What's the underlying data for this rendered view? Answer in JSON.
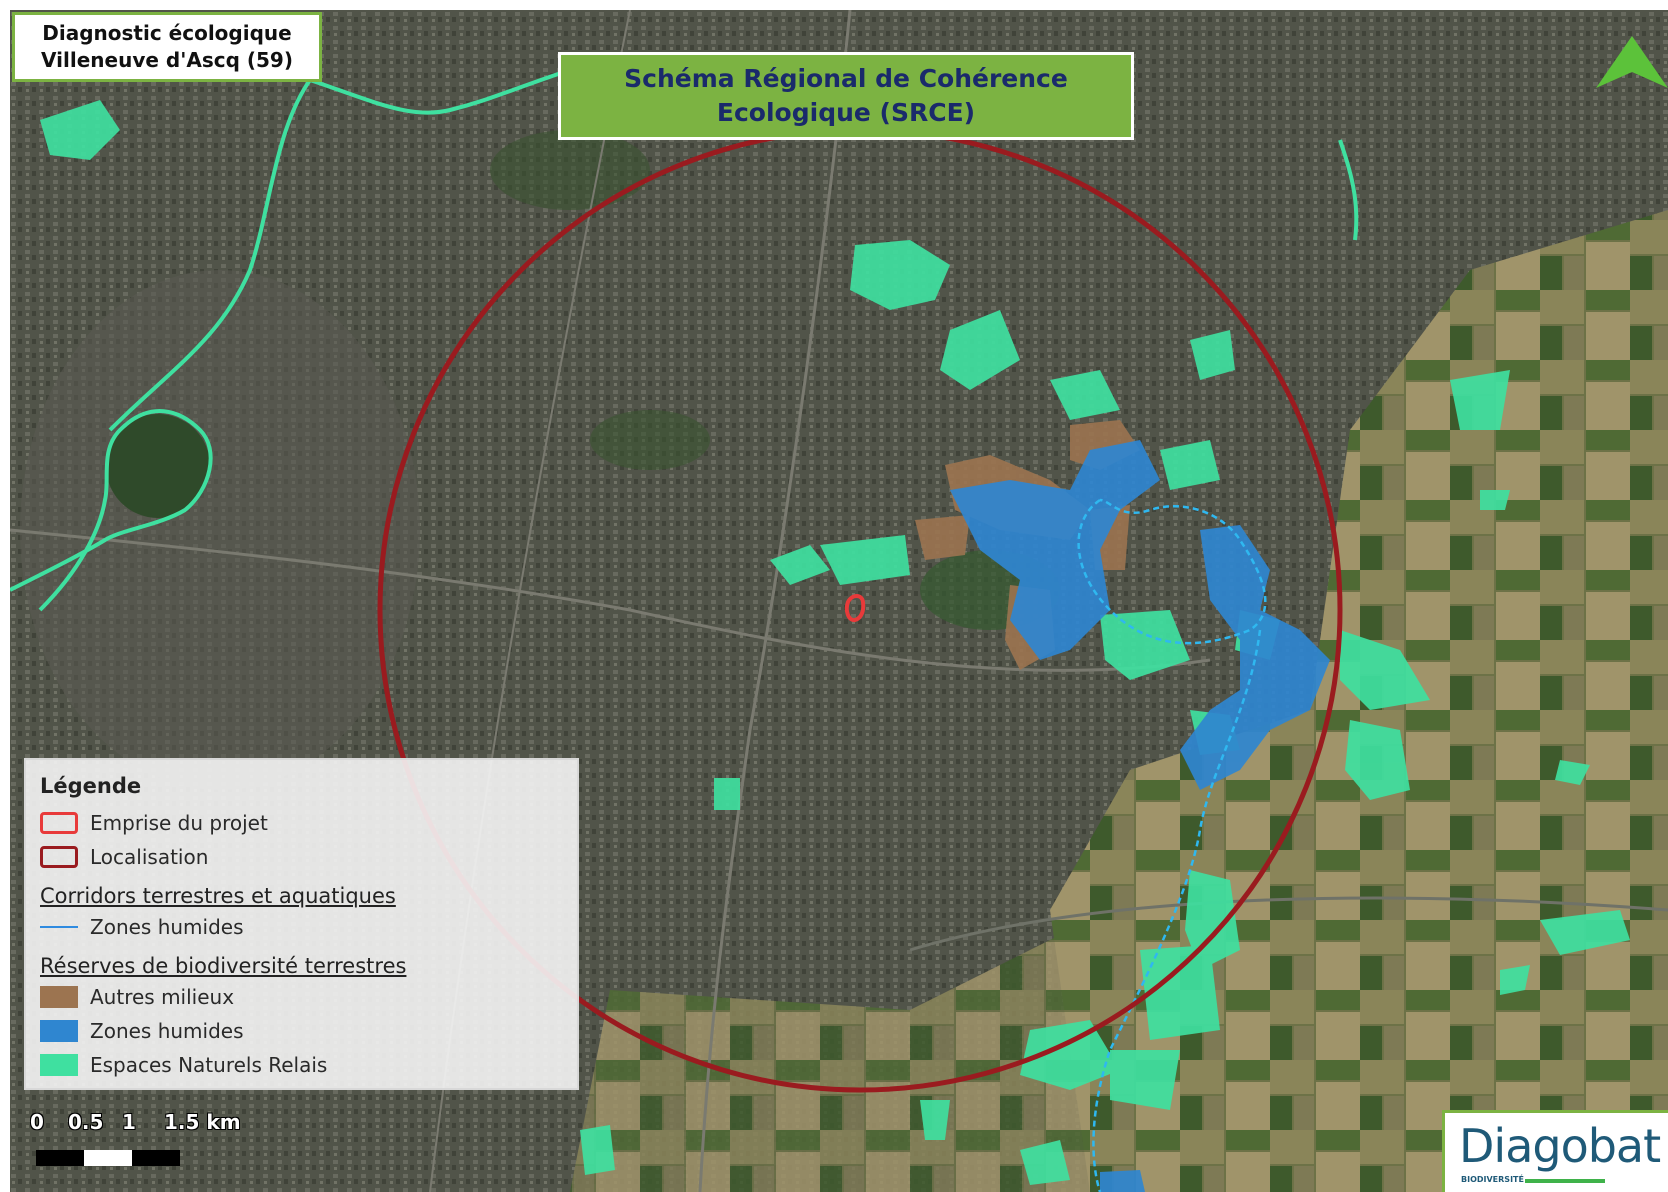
{
  "title": {
    "line1": "Diagnostic écologique",
    "line2": "Villeneuve d'Ascq (59)"
  },
  "srce": {
    "line1": "Schéma Régional de Cohérence",
    "line2": "Ecologique (SRCE)"
  },
  "legend": {
    "title": "Légende",
    "items": [
      {
        "label": "Emprise du projet",
        "kind": "outline",
        "color": "#e83a3a"
      },
      {
        "label": "Localisation",
        "kind": "outline",
        "color": "#9a1b1f"
      }
    ],
    "corridors": {
      "title": "Corridors terrestres et aquatiques",
      "items": [
        {
          "label": "Zones humides",
          "kind": "line",
          "color": "#2f8be0"
        }
      ]
    },
    "reserves": {
      "title": "Réserves de biodiversité terrestres",
      "items": [
        {
          "label": "Autres milieux",
          "kind": "fill",
          "color": "#9c7450"
        },
        {
          "label": "Zones humides",
          "kind": "fill",
          "color": "#2f86d0"
        },
        {
          "label": "Espaces Naturels Relais",
          "kind": "fill",
          "color": "#3fe0a0"
        }
      ]
    }
  },
  "scale": {
    "ticks": [
      "0",
      "0.5",
      "1",
      "1.5 km"
    ]
  },
  "logo": {
    "name": "Diagobat",
    "subtitle": "BIODIVERSITÉ"
  },
  "colors": {
    "title_border": "#7cb342",
    "srce_bg": "#7cb342",
    "srce_text": "#1a2a6b",
    "localisation_circle": "#9a1b1f",
    "project_outline": "#e83a3a",
    "natural_relay": "#3fe0a0",
    "wetland_reserve": "#2f86d0",
    "other_reserve": "#9c7450",
    "wetland_corridor": "#2f8be0",
    "north_arrow": "#5cc23a"
  }
}
